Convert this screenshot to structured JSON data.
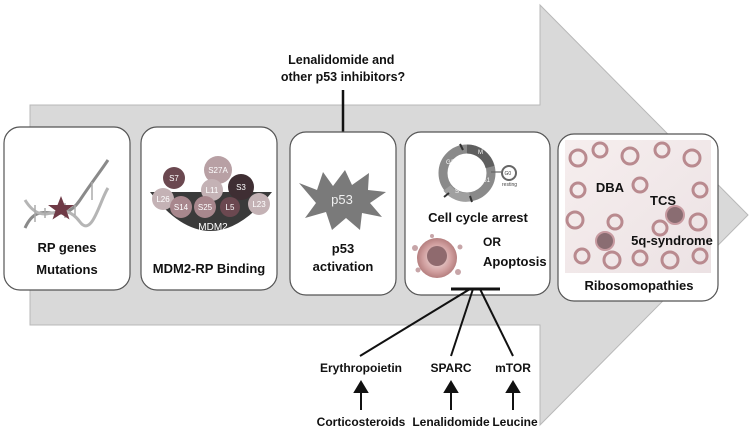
{
  "inhibitor_label": [
    "Lenalidomide and",
    "other p53 inhibitors?"
  ],
  "panels": {
    "rp_genes": {
      "line1": "RP genes",
      "line2": "Mutations"
    },
    "mdm2_binding": {
      "label": "MDM2-RP Binding",
      "mdm2": "MDM2",
      "proteins": [
        "S7",
        "S27A",
        "S3",
        "L11",
        "L26",
        "S14",
        "S25",
        "L5",
        "L23"
      ]
    },
    "p53_activation": {
      "burst": "p53",
      "line1": "p53",
      "line2": "activation"
    },
    "cell_cycle": {
      "arrest": "Cell cycle arrest",
      "or": "OR",
      "apoptosis": "Apoptosis",
      "phases": [
        "G2",
        "M",
        "G1",
        "S",
        "G0",
        "resting"
      ]
    },
    "ribosomopathies": {
      "label": "Ribosomopathies",
      "dba": "DBA",
      "tcs": "TCS",
      "q5": "5q-syndrome"
    }
  },
  "modulators": [
    "Erythropoietin",
    "SPARC",
    "mTOR"
  ],
  "drugs": [
    "Corticosteroids",
    "Lenalidomide",
    "Leucine"
  ],
  "colors": {
    "arrow": "#d9d9d9",
    "panel_border": "#555555",
    "burst": "#7a7a7a"
  }
}
